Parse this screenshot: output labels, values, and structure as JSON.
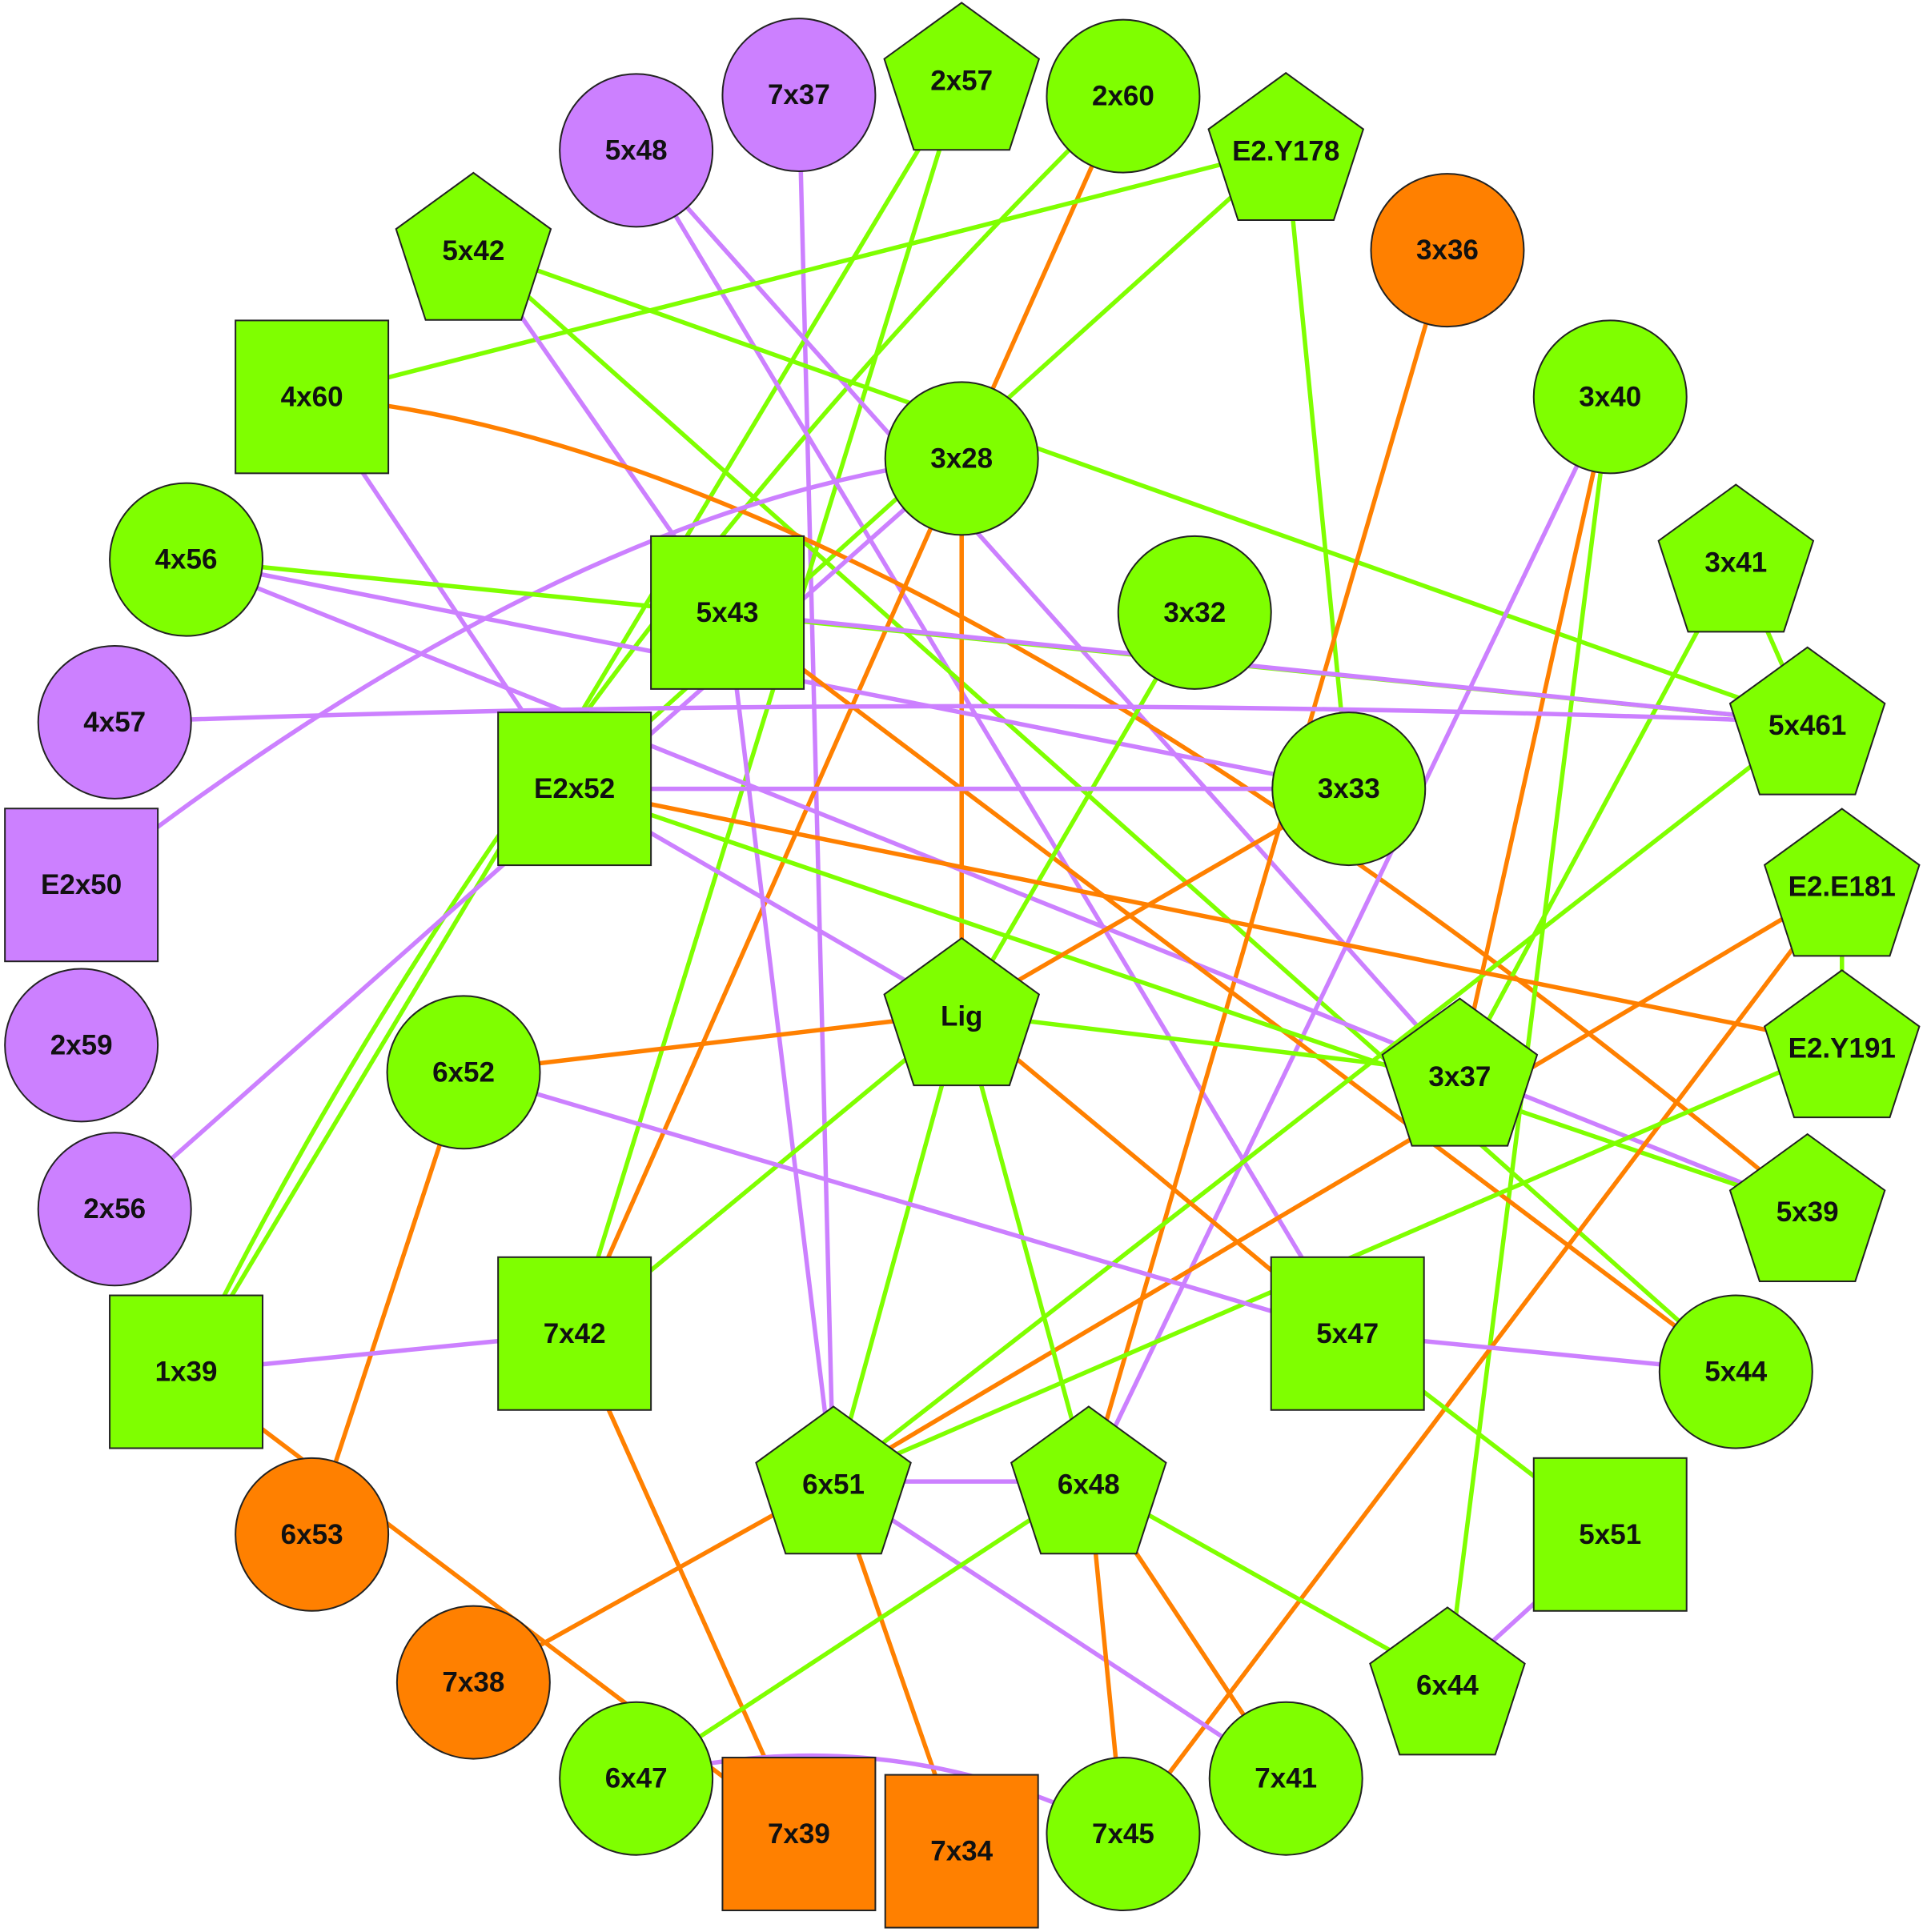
{
  "colors": {
    "green": "#7FFF00",
    "purple": "#CC80FF",
    "orange": "#FF8000",
    "outline": "#222222",
    "text": "#111111"
  },
  "nodes": [
    {
      "id": "7x37",
      "label": "7x37",
      "shape": "circle",
      "color": "purple"
    },
    {
      "id": "2x57",
      "label": "2x57",
      "shape": "pentagon",
      "color": "green"
    },
    {
      "id": "2x60",
      "label": "2x60",
      "shape": "circle",
      "color": "green"
    },
    {
      "id": "5x48",
      "label": "5x48",
      "shape": "circle",
      "color": "purple"
    },
    {
      "id": "E2.Y178",
      "label": "E2.Y178",
      "shape": "pentagon",
      "color": "green"
    },
    {
      "id": "5x42",
      "label": "5x42",
      "shape": "pentagon",
      "color": "green"
    },
    {
      "id": "3x36",
      "label": "3x36",
      "shape": "circle",
      "color": "orange"
    },
    {
      "id": "4x60",
      "label": "4x60",
      "shape": "square",
      "color": "green"
    },
    {
      "id": "3x28",
      "label": "3x28",
      "shape": "circle",
      "color": "green"
    },
    {
      "id": "3x40",
      "label": "3x40",
      "shape": "circle",
      "color": "green"
    },
    {
      "id": "4x56",
      "label": "4x56",
      "shape": "circle",
      "color": "green"
    },
    {
      "id": "3x41",
      "label": "3x41",
      "shape": "pentagon",
      "color": "green"
    },
    {
      "id": "5x43",
      "label": "5x43",
      "shape": "square",
      "color": "green"
    },
    {
      "id": "3x32",
      "label": "3x32",
      "shape": "circle",
      "color": "green"
    },
    {
      "id": "4x57",
      "label": "4x57",
      "shape": "circle",
      "color": "purple"
    },
    {
      "id": "5x461",
      "label": "5x461",
      "shape": "pentagon",
      "color": "green"
    },
    {
      "id": "E2x52",
      "label": "E2x52",
      "shape": "square",
      "color": "green"
    },
    {
      "id": "3x33",
      "label": "3x33",
      "shape": "circle",
      "color": "green"
    },
    {
      "id": "E2x50",
      "label": "E2x50",
      "shape": "square",
      "color": "purple"
    },
    {
      "id": "E2.E181",
      "label": "E2.E181",
      "shape": "pentagon",
      "color": "green"
    },
    {
      "id": "Lig",
      "label": "Lig",
      "shape": "pentagon",
      "color": "green"
    },
    {
      "id": "2x59",
      "label": "2x59",
      "shape": "circle",
      "color": "purple"
    },
    {
      "id": "6x52",
      "label": "6x52",
      "shape": "circle",
      "color": "green"
    },
    {
      "id": "E2.Y191",
      "label": "E2.Y191",
      "shape": "pentagon",
      "color": "green"
    },
    {
      "id": "3x37",
      "label": "3x37",
      "shape": "pentagon",
      "color": "green"
    },
    {
      "id": "2x56",
      "label": "2x56",
      "shape": "circle",
      "color": "purple"
    },
    {
      "id": "5x39",
      "label": "5x39",
      "shape": "pentagon",
      "color": "green"
    },
    {
      "id": "7x42",
      "label": "7x42",
      "shape": "square",
      "color": "green"
    },
    {
      "id": "5x47",
      "label": "5x47",
      "shape": "square",
      "color": "green"
    },
    {
      "id": "1x39",
      "label": "1x39",
      "shape": "square",
      "color": "green"
    },
    {
      "id": "5x44",
      "label": "5x44",
      "shape": "circle",
      "color": "green"
    },
    {
      "id": "6x51",
      "label": "6x51",
      "shape": "pentagon",
      "color": "green"
    },
    {
      "id": "6x48",
      "label": "6x48",
      "shape": "pentagon",
      "color": "green"
    },
    {
      "id": "6x53",
      "label": "6x53",
      "shape": "circle",
      "color": "orange"
    },
    {
      "id": "5x51",
      "label": "5x51",
      "shape": "square",
      "color": "green"
    },
    {
      "id": "7x38",
      "label": "7x38",
      "shape": "circle",
      "color": "orange"
    },
    {
      "id": "6x44",
      "label": "6x44",
      "shape": "pentagon",
      "color": "green"
    },
    {
      "id": "6x47",
      "label": "6x47",
      "shape": "circle",
      "color": "green"
    },
    {
      "id": "7x41",
      "label": "7x41",
      "shape": "circle",
      "color": "green"
    },
    {
      "id": "7x39",
      "label": "7x39",
      "shape": "square",
      "color": "orange"
    },
    {
      "id": "7x34",
      "label": "7x34",
      "shape": "square",
      "color": "orange"
    },
    {
      "id": "7x45",
      "label": "7x45",
      "shape": "circle",
      "color": "green"
    }
  ],
  "edges": [
    {
      "from": "7x37",
      "to": "6x51",
      "color": "purple"
    },
    {
      "from": "2x57",
      "to": "1x39",
      "color": "green"
    },
    {
      "from": "2x57",
      "to": "7x42",
      "color": "green"
    },
    {
      "from": "2x60",
      "to": "1x39",
      "color": "green"
    },
    {
      "from": "2x60",
      "to": "3x28",
      "color": "orange"
    },
    {
      "from": "5x48",
      "to": "5x47",
      "color": "purple"
    },
    {
      "from": "5x48",
      "to": "3x37",
      "color": "purple"
    },
    {
      "from": "E2.Y178",
      "to": "4x60",
      "color": "green"
    },
    {
      "from": "E2.Y178",
      "to": "E2x52",
      "color": "green"
    },
    {
      "from": "E2.Y178",
      "to": "3x33",
      "color": "green"
    },
    {
      "from": "5x42",
      "to": "5x43",
      "color": "purple"
    },
    {
      "from": "5x42",
      "to": "5x461",
      "color": "green"
    },
    {
      "from": "5x42",
      "to": "5x44",
      "color": "green"
    },
    {
      "from": "3x36",
      "to": "6x48",
      "color": "orange"
    },
    {
      "from": "4x60",
      "to": "E2x52",
      "color": "purple"
    },
    {
      "from": "4x60",
      "to": "5x39",
      "color": "orange"
    },
    {
      "from": "3x28",
      "to": "E2x50",
      "color": "purple"
    },
    {
      "from": "3x28",
      "to": "2x56",
      "color": "purple"
    },
    {
      "from": "3x28",
      "to": "7x42",
      "color": "orange"
    },
    {
      "from": "3x28",
      "to": "Lig",
      "color": "orange"
    },
    {
      "from": "3x40",
      "to": "6x48",
      "color": "purple"
    },
    {
      "from": "3x40",
      "to": "3x37",
      "color": "orange"
    },
    {
      "from": "3x40",
      "to": "6x44",
      "color": "green"
    },
    {
      "from": "4x56",
      "to": "3x33",
      "color": "purple"
    },
    {
      "from": "4x56",
      "to": "5x461",
      "color": "green"
    },
    {
      "from": "4x56",
      "to": "5x39",
      "color": "purple"
    },
    {
      "from": "3x41",
      "to": "5x461",
      "color": "green"
    },
    {
      "from": "3x41",
      "to": "3x37",
      "color": "green"
    },
    {
      "from": "5x43",
      "to": "5x461",
      "color": "purple"
    },
    {
      "from": "5x43",
      "to": "5x44",
      "color": "orange"
    },
    {
      "from": "5x43",
      "to": "6x51",
      "color": "purple"
    },
    {
      "from": "3x32",
      "to": "Lig",
      "color": "green"
    },
    {
      "from": "4x57",
      "to": "5x461",
      "color": "purple"
    },
    {
      "from": "5x461",
      "to": "6x51",
      "color": "green"
    },
    {
      "from": "E2x52",
      "to": "3x33",
      "color": "purple"
    },
    {
      "from": "E2x52",
      "to": "E2.Y191",
      "color": "orange"
    },
    {
      "from": "E2x52",
      "to": "5x39",
      "color": "green"
    },
    {
      "from": "E2x52",
      "to": "Lig",
      "color": "purple"
    },
    {
      "from": "3x33",
      "to": "Lig",
      "color": "orange"
    },
    {
      "from": "E2.E181",
      "to": "E2.Y191",
      "color": "green"
    },
    {
      "from": "E2.E181",
      "to": "6x51",
      "color": "orange"
    },
    {
      "from": "E2.E181",
      "to": "7x45",
      "color": "orange"
    },
    {
      "from": "Lig",
      "to": "6x52",
      "color": "orange"
    },
    {
      "from": "Lig",
      "to": "3x37",
      "color": "green"
    },
    {
      "from": "Lig",
      "to": "5x47",
      "color": "orange"
    },
    {
      "from": "Lig",
      "to": "7x42",
      "color": "green"
    },
    {
      "from": "Lig",
      "to": "6x51",
      "color": "green"
    },
    {
      "from": "Lig",
      "to": "6x48",
      "color": "green"
    },
    {
      "from": "E2.Y191",
      "to": "6x51",
      "color": "green"
    },
    {
      "from": "6x52",
      "to": "5x47",
      "color": "purple"
    },
    {
      "from": "6x52",
      "to": "6x53",
      "color": "orange"
    },
    {
      "from": "5x47",
      "to": "5x44",
      "color": "purple"
    },
    {
      "from": "5x47",
      "to": "5x51",
      "color": "green"
    },
    {
      "from": "7x42",
      "to": "1x39",
      "color": "purple"
    },
    {
      "from": "7x42",
      "to": "7x39",
      "color": "orange"
    },
    {
      "from": "1x39",
      "to": "7x39",
      "color": "orange"
    },
    {
      "from": "6x51",
      "to": "6x48",
      "color": "purple"
    },
    {
      "from": "6x51",
      "to": "7x38",
      "color": "orange"
    },
    {
      "from": "6x51",
      "to": "7x34",
      "color": "orange"
    },
    {
      "from": "6x51",
      "to": "7x41",
      "color": "purple"
    },
    {
      "from": "6x48",
      "to": "6x47",
      "color": "green"
    },
    {
      "from": "6x48",
      "to": "6x44",
      "color": "green"
    },
    {
      "from": "6x48",
      "to": "7x41",
      "color": "orange"
    },
    {
      "from": "6x48",
      "to": "7x45",
      "color": "orange"
    },
    {
      "from": "5x51",
      "to": "6x44",
      "color": "purple"
    },
    {
      "from": "6x47",
      "to": "7x45",
      "color": "purple"
    }
  ]
}
